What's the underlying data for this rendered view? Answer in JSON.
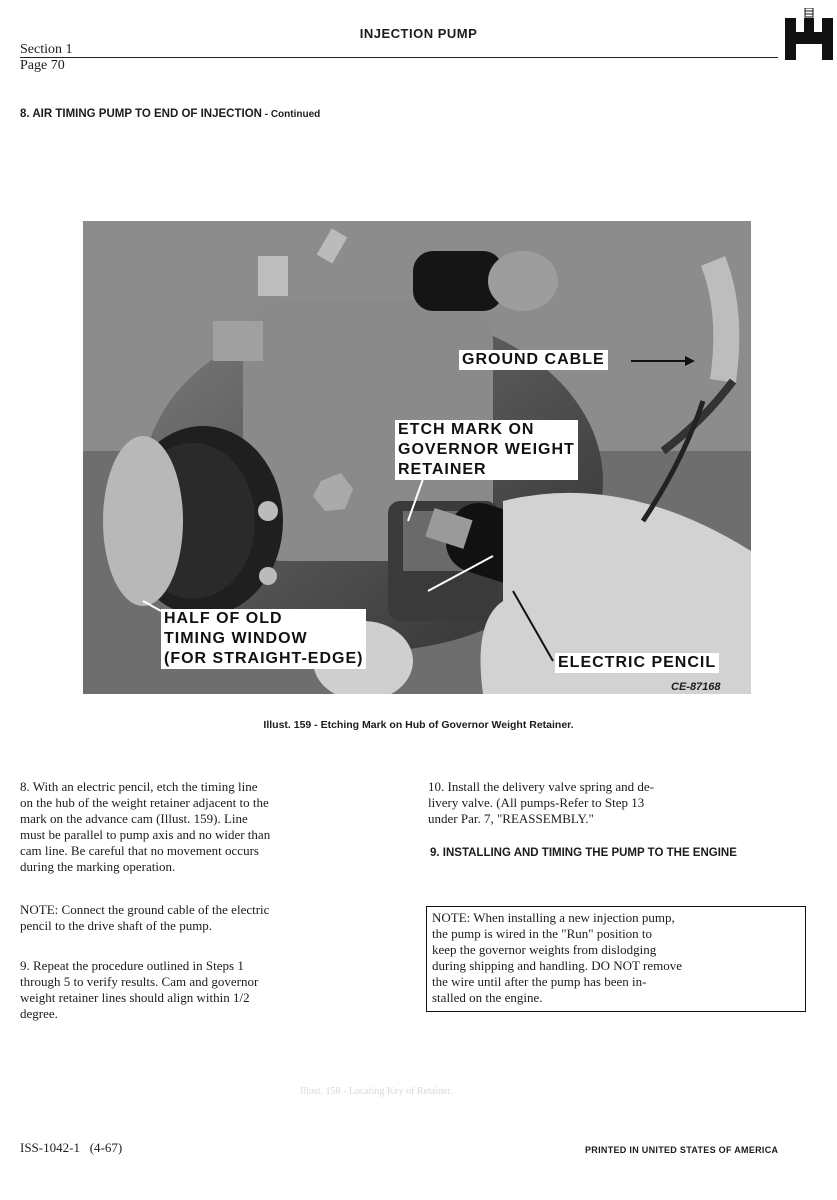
{
  "header": {
    "title": "INJECTION PUMP",
    "section": "Section 1",
    "page": "Page 70"
  },
  "section_heading": {
    "main": "8. AIR TIMING PUMP TO END OF INJECTION",
    "continued": " - Continued"
  },
  "photo": {
    "labels": {
      "ground_cable": "GROUND CABLE",
      "etch_mark": [
        "ETCH MARK ON",
        "GOVERNOR WEIGHT",
        "RETAINER"
      ],
      "half_window": [
        "HALF OF OLD",
        "TIMING WINDOW",
        "(FOR STRAIGHT-EDGE)"
      ],
      "electric_pencil": "ELECTRIC PENCIL"
    },
    "code": "CE-87168"
  },
  "caption": "Illust. 159 - Etching Mark on Hub of Governor Weight Retainer.",
  "left_column": {
    "step8": [
      "8. With an electric pencil, etch the timing line",
      "on the hub of the weight retainer adjacent to the",
      "mark on the advance cam (Illust. 159). Line",
      "must be parallel to pump axis and no wider than",
      "cam line. Be careful that no movement occurs",
      "during the marking operation."
    ],
    "note": [
      "NOTE: Connect the ground cable of the electric",
      "pencil to the drive shaft of the pump."
    ],
    "step9": [
      "9. Repeat the procedure outlined in Steps 1",
      "through 5 to verify results. Cam and governor",
      "weight retainer lines should align within 1/2",
      "degree."
    ]
  },
  "right_column": {
    "step10": [
      "10. Install the delivery valve spring and de-",
      "livery valve. (All pumps-Refer to Step 13",
      "under Par. 7, \"REASSEMBLY.\""
    ],
    "section9_heading": "9. INSTALLING AND TIMING THE PUMP TO THE ENGINE",
    "boxed_note": [
      "NOTE: When installing a new injection pump,",
      "the pump is wired in the \"Run\" position to",
      "keep the governor weights from dislodging",
      "during shipping and handling. DO NOT remove",
      "the wire until after the pump has been in-",
      "stalled on the engine."
    ]
  },
  "footer": {
    "left": "ISS-1042-1   (4-67)",
    "right": "PRINTED IN UNITED STATES OF AMERICA"
  },
  "ghost_text": "Illust. 158 - Locating Key of Retainer."
}
